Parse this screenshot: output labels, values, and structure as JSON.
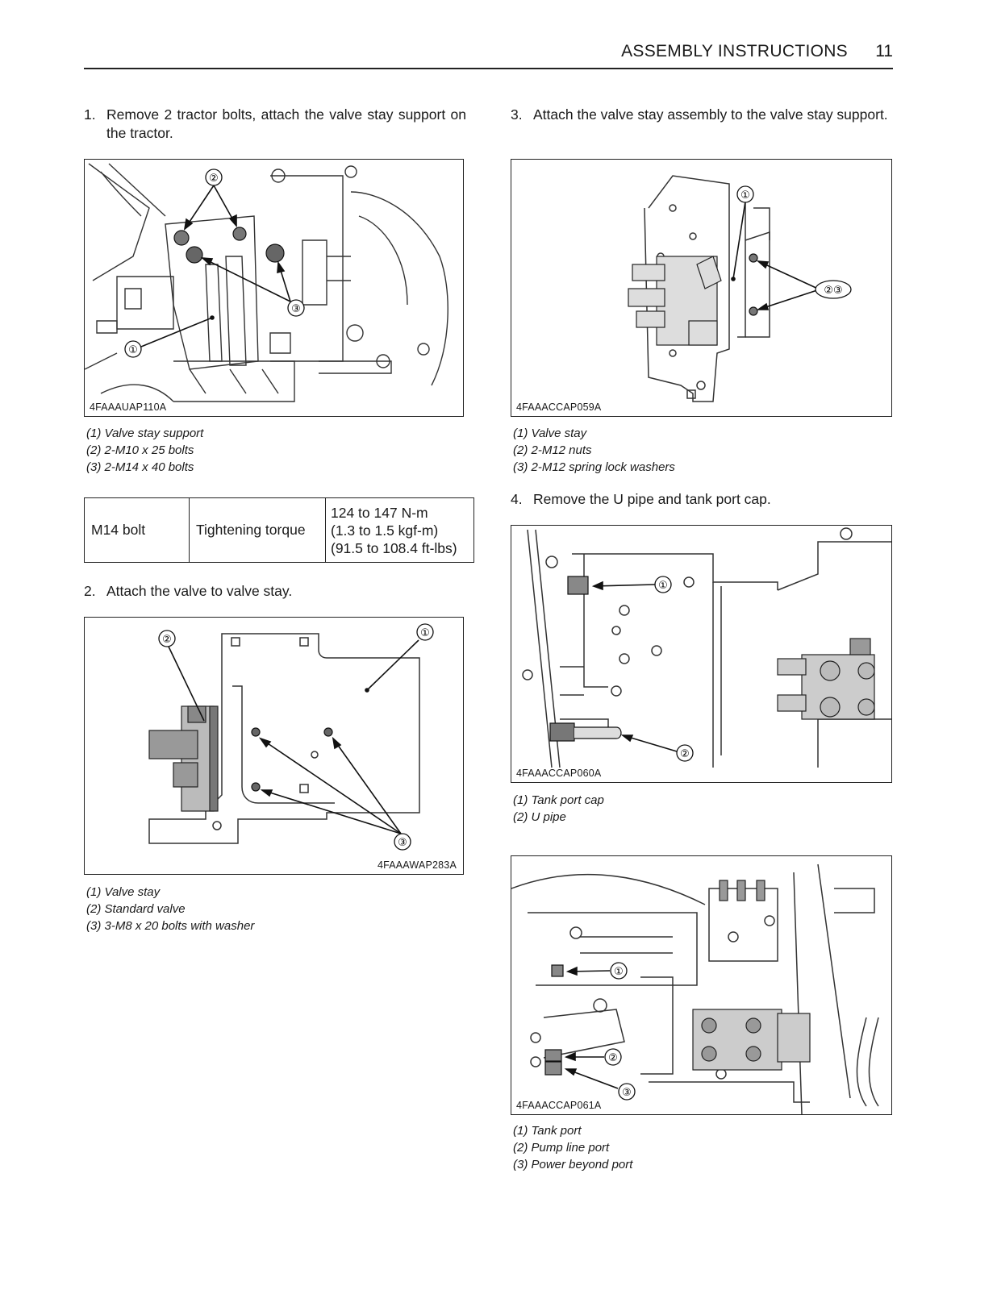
{
  "header": {
    "title": "ASSEMBLY INSTRUCTIONS",
    "page_number": "11"
  },
  "steps": [
    {
      "num": "1.",
      "text": "Remove 2 tractor bolts, attach the valve stay support on the tractor."
    },
    {
      "num": "2.",
      "text": "Attach the valve to valve stay."
    },
    {
      "num": "3.",
      "text": "Attach the valve stay assembly to the valve stay support."
    },
    {
      "num": "4.",
      "text": "Remove the U pipe and tank port cap."
    }
  ],
  "figures": [
    {
      "code": "4FAAAUAP110A",
      "callouts": [
        "①",
        "②",
        "③"
      ],
      "captions": [
        "(1) Valve stay support",
        "(2) 2-M10 x 25 bolts",
        "(3) 2-M14 x 40 bolts"
      ]
    },
    {
      "code": "4FAAAWAP283A",
      "callouts": [
        "①",
        "②",
        "③"
      ],
      "captions": [
        "(1) Valve stay",
        "(2) Standard valve",
        "(3) 3-M8 x 20 bolts with washer"
      ]
    },
    {
      "code": "4FAAACCAP059A",
      "callouts": [
        "①",
        "②③"
      ],
      "captions": [
        "(1) Valve stay",
        "(2) 2-M12 nuts",
        "(3) 2-M12 spring lock washers"
      ]
    },
    {
      "code": "4FAAACCAP060A",
      "callouts": [
        "①",
        "②"
      ],
      "captions": [
        "(1) Tank port cap",
        "(2) U pipe"
      ]
    },
    {
      "code": "4FAAACCAP061A",
      "callouts": [
        "①",
        "②",
        "③"
      ],
      "captions": [
        "(1) Tank port",
        "(2) Pump line port",
        "(3) Power beyond port"
      ]
    }
  ],
  "torque_table": {
    "item": "M14 bolt",
    "label": "Tightening torque",
    "values": [
      "124 to 147 N-m",
      "(1.3 to 1.5 kgf-m)",
      "(91.5 to 108.4 ft-lbs)"
    ]
  }
}
